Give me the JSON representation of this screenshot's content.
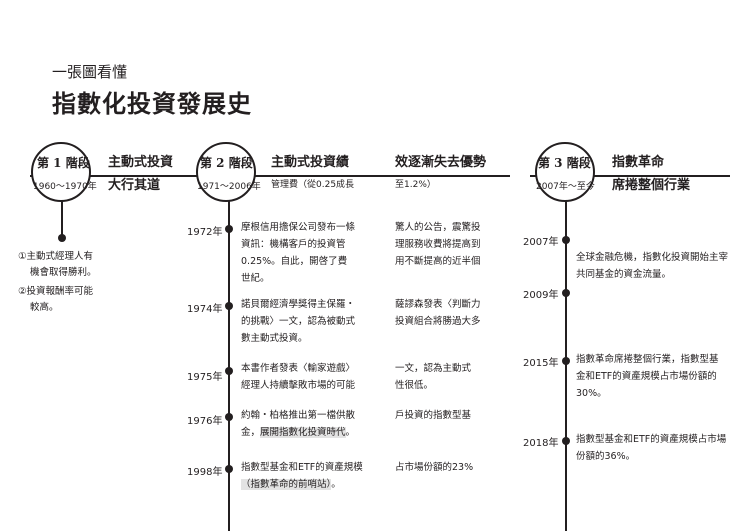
{
  "header": {
    "kicker": "一張圖看懂",
    "title": "指數化投資發展史"
  },
  "phases": [
    {
      "label": "第 1 階段",
      "years": "1960〜1970年",
      "head1": "主動式投資",
      "head2": "大行其道"
    },
    {
      "label": "第 2 階段",
      "years": "1971〜2006年",
      "head1": "主動式投資績",
      "head2_prefix": "管理費（從0.25成長",
      "head1_cont": "效逐漸失去優勢",
      "head2_cont": "至1.2%）"
    },
    {
      "label": "第 3 階段",
      "years": "2007年〜至今",
      "head1": "指數革命",
      "head2": "席捲整個行業"
    }
  ],
  "phase1_notes": [
    "①主動式經理人有",
    "機會取得勝利。",
    "②投資報酬率可能",
    "較高。"
  ],
  "phase2_events": [
    {
      "year": "1972年",
      "left": [
        "摩根信用擔保公司發布一條",
        "資訊：機構客戶的投資管",
        "0.25%。自此，開啓了費",
        "世紀。"
      ],
      "right": [
        "驚人的公告，震驚投",
        "理服務收費將提高到",
        "用不斷提高的近半個"
      ]
    },
    {
      "year": "1974年",
      "left": [
        "諾貝爾經濟學獎得主保羅・",
        "的挑戰〉一文，認為被動式",
        "數主動式投資。"
      ],
      "right": [
        "薩謬森發表〈判斷力",
        "投資組合將勝過大多"
      ]
    },
    {
      "year": "1975年",
      "left": [
        "本書作者發表〈輸家遊戲〉",
        "經理人持續擊敗市場的可能"
      ],
      "right": [
        "一文，認為主動式",
        "性很低。"
      ]
    },
    {
      "year": "1976年",
      "left": [
        "約翰・柏格推出第一檔供散",
        "金，"
      ],
      "left_highlight": "展開指數化投資時代",
      "left_tail": "。",
      "right": [
        "戶投資的指數型基"
      ]
    },
    {
      "year": "1998年",
      "left": [
        "指數型基金和ETF的資產規模"
      ],
      "left_second_highlight": "（指數革命的前哨站）",
      "left_second_tail": "。",
      "right": [
        "占市場份額的23%"
      ]
    }
  ],
  "phase3_events": [
    {
      "year": "2007年",
      "text": [
        "全球金融危機，指數化投資開始主宰",
        "共同基金的資金流量。"
      ]
    },
    {
      "year": "2009年",
      "text": []
    },
    {
      "year": "2015年",
      "text": [
        "指數革命席捲整個行業，指數型基",
        "金和ETF的資產規模占市場份額的",
        "30%。"
      ]
    },
    {
      "year": "2018年",
      "text": [
        "指數型基金和ETF的資產規模占市場",
        "份額的36%。"
      ]
    }
  ]
}
